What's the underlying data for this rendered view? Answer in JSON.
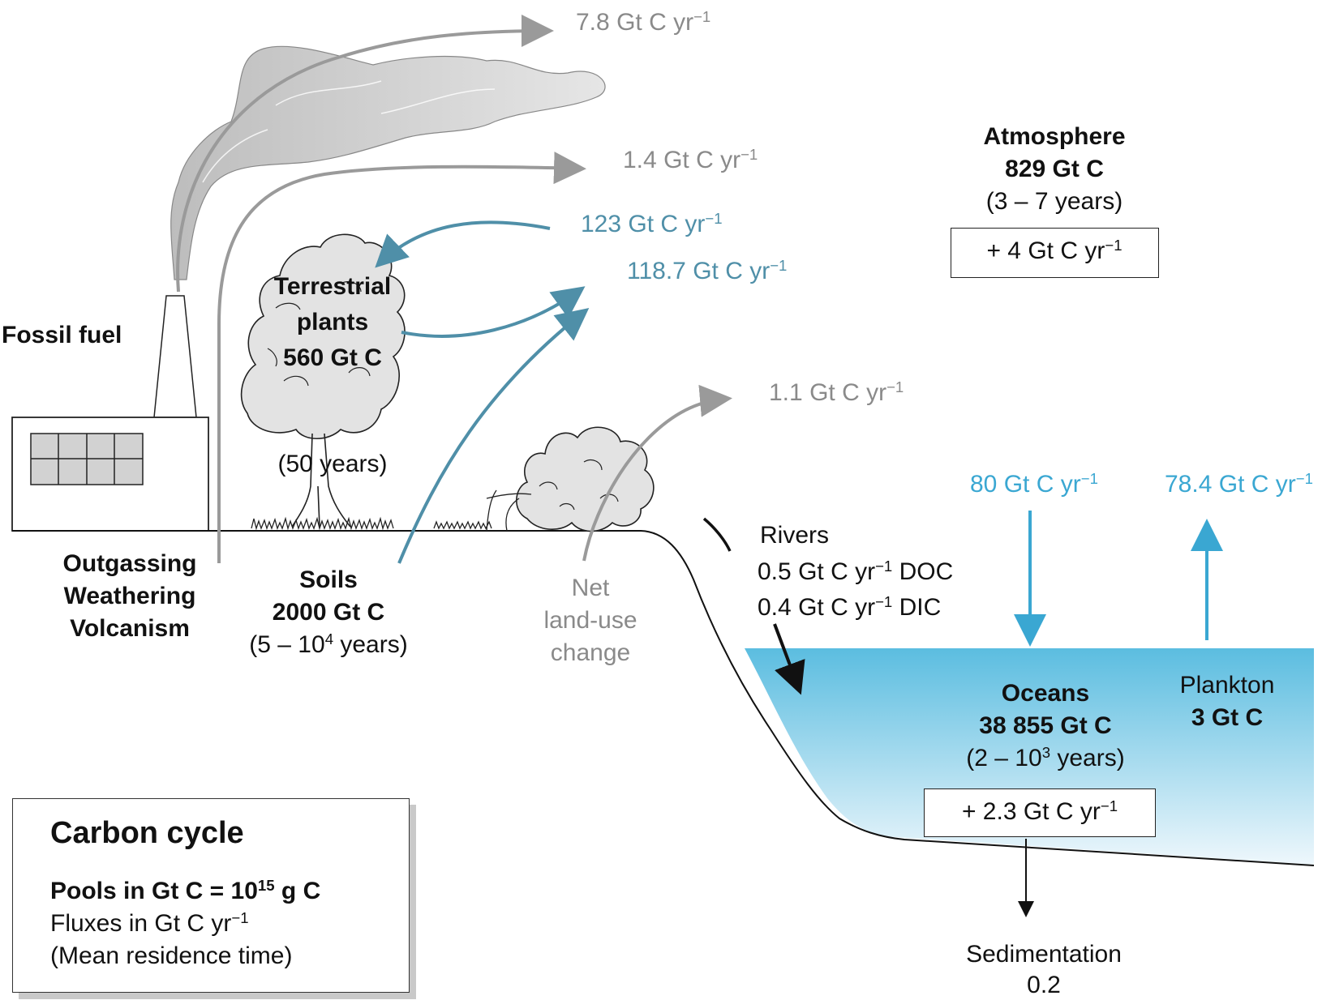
{
  "diagram": {
    "flux_unit": "Gt C yr",
    "flux_exp": "−1",
    "fossil_fuel": "Fossil fuel",
    "outgassing": [
      "Outgassing",
      "Weathering",
      "Volcanism"
    ],
    "flux_fossil": "7.8",
    "flux_outgassing": "1.4",
    "flux_uptake": "123",
    "flux_release": "118.7",
    "flux_landuse": "1.1",
    "terrestrial": [
      "Terrestrial",
      "plants",
      "560 Gt C"
    ],
    "terrestrial_time": "(50 years)",
    "soils": [
      "Soils",
      "2000 Gt C"
    ],
    "soils_time_pre": "(5 – 10",
    "soils_time_exp": "4",
    "soils_time_post": " years)",
    "landuse": [
      "Net",
      "land-use",
      "change"
    ],
    "atmosphere": [
      "Atmosphere",
      "829 Gt C"
    ],
    "atmosphere_time": "(3 – 7 years)",
    "atmosphere_change": "+ 4",
    "rivers": "Rivers",
    "rivers_doc_val": "0.5",
    "rivers_doc": "DOC",
    "rivers_dic_val": "0.4",
    "rivers_dic": "DIC",
    "ocean_in": "80",
    "ocean_out": "78.4",
    "oceans": [
      "Oceans",
      "38 855 Gt C"
    ],
    "oceans_time_pre": "(2 – 10",
    "oceans_time_exp": "3",
    "oceans_time_post": " years)",
    "oceans_change": "+ 2.3",
    "plankton": [
      "Plankton",
      "3 Gt C"
    ],
    "sedimentation": [
      "Sedimentation",
      "0.2"
    ]
  },
  "legend": {
    "title": "Carbon cycle",
    "pools_pre": "Pools in Gt C = 10",
    "pools_exp": "15",
    "pools_post": " g C",
    "fluxes": "Fluxes in Gt C yr",
    "residence": "(Mean residence time)"
  },
  "colors": {
    "gray_arrow": "#9a9a9a",
    "blue_arrow": "#4f8fa8",
    "light_blue_arrow": "#3aa7d2",
    "ocean_top": "#5bbde0",
    "ocean_bottom": "#eef7fc"
  }
}
